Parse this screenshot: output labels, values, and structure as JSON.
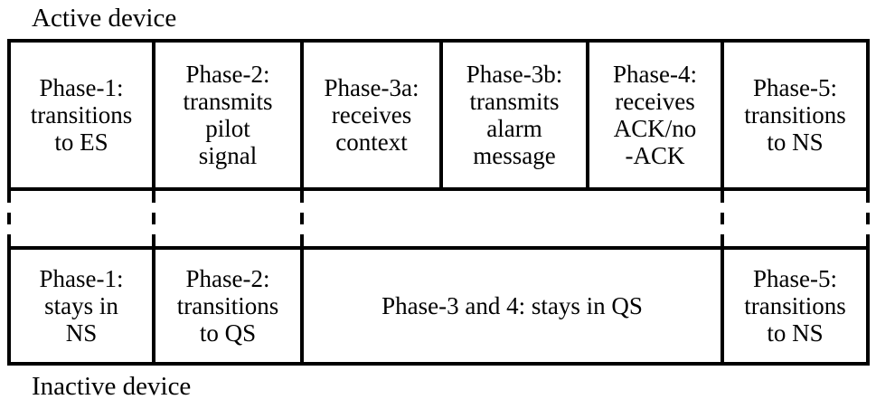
{
  "diagram": {
    "active_label": "Active device",
    "inactive_label": "Inactive device",
    "active_phases": [
      "Phase-1:\ntransitions\nto ES",
      "Phase-2:\ntransmits\npilot\nsignal",
      "Phase-3a:\nreceives\ncontext",
      "Phase-3b:\ntransmits\nalarm\nmessage",
      "Phase-4:\nreceives\nACK/no\n-ACK",
      "Phase-5:\ntransitions\nto NS"
    ],
    "inactive_phases": [
      "Phase-1:\nstays in\nNS",
      "Phase-2:\ntransitions\nto QS",
      "Phase-3 and 4: stays in QS",
      "Phase-5:\ntransitions\nto NS"
    ]
  },
  "colors": {
    "ink": "#000000",
    "paper": "#ffffff"
  }
}
